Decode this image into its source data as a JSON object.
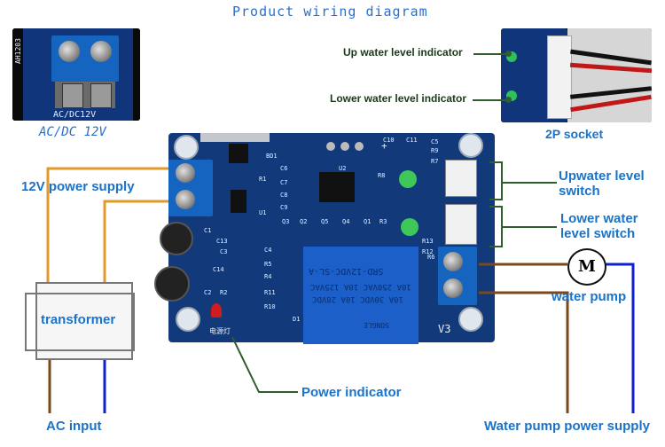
{
  "title": "Product wiring diagram",
  "inset_left": {
    "board_text": "AC/DC12V",
    "side_text": "AH1203",
    "caption": "AC/DC 12V"
  },
  "inset_right": {
    "caption": "2P socket"
  },
  "labels": {
    "up_indicator": "Up water level indicator",
    "lower_indicator": "Lower water level indicator",
    "power_supply_12v": "12V power supply",
    "upwater_switch_line1": "Upwater level",
    "upwater_switch_line2": "switch",
    "lower_switch_line1": "Lower water",
    "lower_switch_line2": "level switch",
    "water_pump": "water pump",
    "motor_symbol": "M",
    "transformer": "transformer",
    "ac_input": "AC input",
    "power_indicator": "Power indicator",
    "pump_power_supply": "Water pump power supply"
  },
  "silkscreen": {
    "bd1": "BD1",
    "r1": "R1",
    "u1": "U1",
    "u2": "U2",
    "c1": "C1",
    "c2": "C2",
    "c3": "C3",
    "c4": "C4",
    "c5": "C5",
    "c6": "C6",
    "c7": "C7",
    "c8": "C8",
    "c9": "C9",
    "c10": "C10",
    "c11": "C11",
    "c13": "C13",
    "c14": "C14",
    "r2": "R2",
    "r3": "R3",
    "r4": "R4",
    "r5": "R5",
    "r6": "R6",
    "r7": "R7",
    "r8": "R8",
    "r9": "R9",
    "r10": "R10",
    "r11": "R11",
    "r12": "R12",
    "r13": "R13",
    "q1": "Q1",
    "q2": "Q2",
    "q3": "Q3",
    "q4": "Q4",
    "q5": "Q5",
    "d1": "D1",
    "plus": "+",
    "v3": "V3",
    "chinese_power": "电源灯"
  },
  "relay_text": {
    "line1": "SRD-12VDC-SL-A",
    "line2": "10A 250VAC 10A 125VAC",
    "line3": "10A 30VDC 10A 28VDC",
    "brand": "SONGLE"
  },
  "colors": {
    "wire_orange": "#e09a2a",
    "wire_brown": "#7a4a1f",
    "wire_blue": "#1020d0",
    "leader_green": "#2e5e2e",
    "label_blue": "#1a73c8",
    "board": "#123a7a"
  }
}
